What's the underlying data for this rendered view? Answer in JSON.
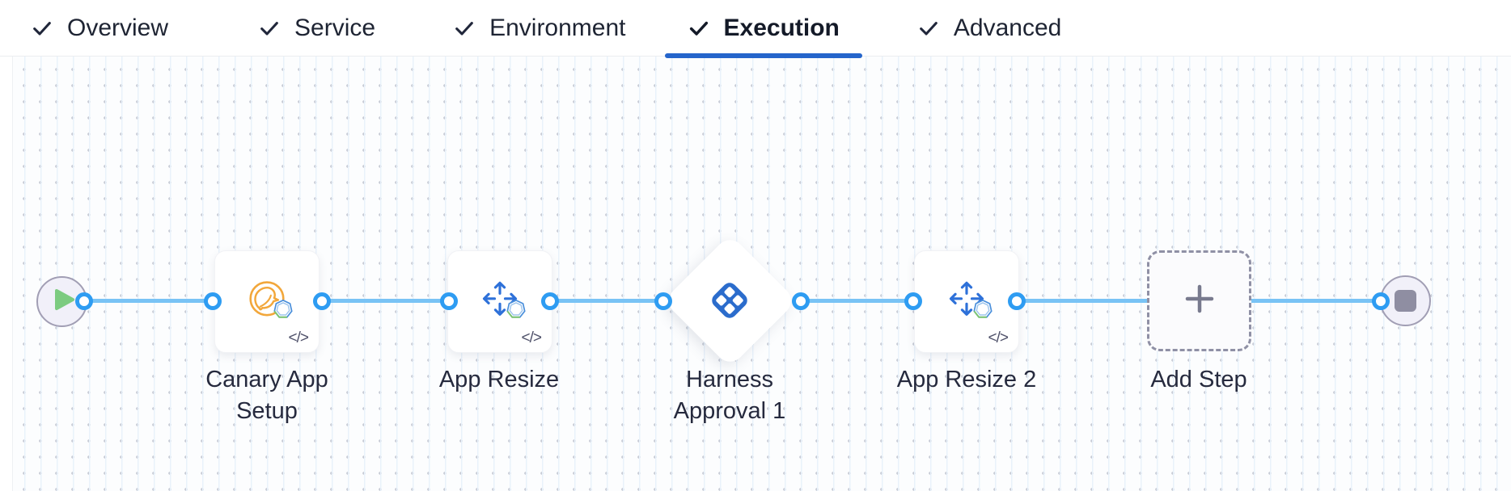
{
  "tab_bar": {
    "active_tab": "Execution",
    "tabs": [
      {
        "label": "Overview",
        "checked": true
      },
      {
        "label": "Service",
        "checked": true
      },
      {
        "label": "Environment",
        "checked": true
      },
      {
        "label": "Execution",
        "checked": true
      },
      {
        "label": "Advanced",
        "checked": true
      }
    ]
  },
  "pipeline": {
    "nodes": [
      {
        "id": "canary-app-setup",
        "label": "Canary App Setup",
        "type": "step",
        "icon": "canary-icon",
        "code_badge": "</>"
      },
      {
        "id": "app-resize",
        "label": "App Resize",
        "type": "step",
        "icon": "resize-arrows-icon",
        "code_badge": "</>"
      },
      {
        "id": "harness-approval-1",
        "label": "Harness Approval 1",
        "type": "approval",
        "icon": "harness-approval-icon"
      },
      {
        "id": "app-resize-2",
        "label": "App Resize 2",
        "type": "step",
        "icon": "resize-arrows-icon",
        "code_badge": "</>"
      },
      {
        "id": "add-step",
        "label": "Add Step",
        "type": "add",
        "icon": "plus-icon"
      }
    ],
    "terminals": [
      {
        "id": "start",
        "icon": "play-icon"
      },
      {
        "id": "end",
        "icon": "stop-icon"
      }
    ]
  },
  "icons": {
    "check": "checkmark",
    "code_glyph": "</>"
  },
  "colors": {
    "tab_text": "#1e2433",
    "active_underline": "#2565cb",
    "link_line": "#79c3f5",
    "port_ring": "#2e9cf2",
    "play_green": "#7ccb80",
    "canary_orange": "#f2a73b",
    "resize_blue": "#2e71d9",
    "approval_blue": "#2b6ccc",
    "terminal_fill": "#f1f0f9",
    "terminal_border": "#a19eb4",
    "stop_gray": "#8f8ea2",
    "canvas_bg": "#fcfdfe",
    "grid_dot": "#c7cbd5",
    "grid_line": "#e9f2fb"
  }
}
